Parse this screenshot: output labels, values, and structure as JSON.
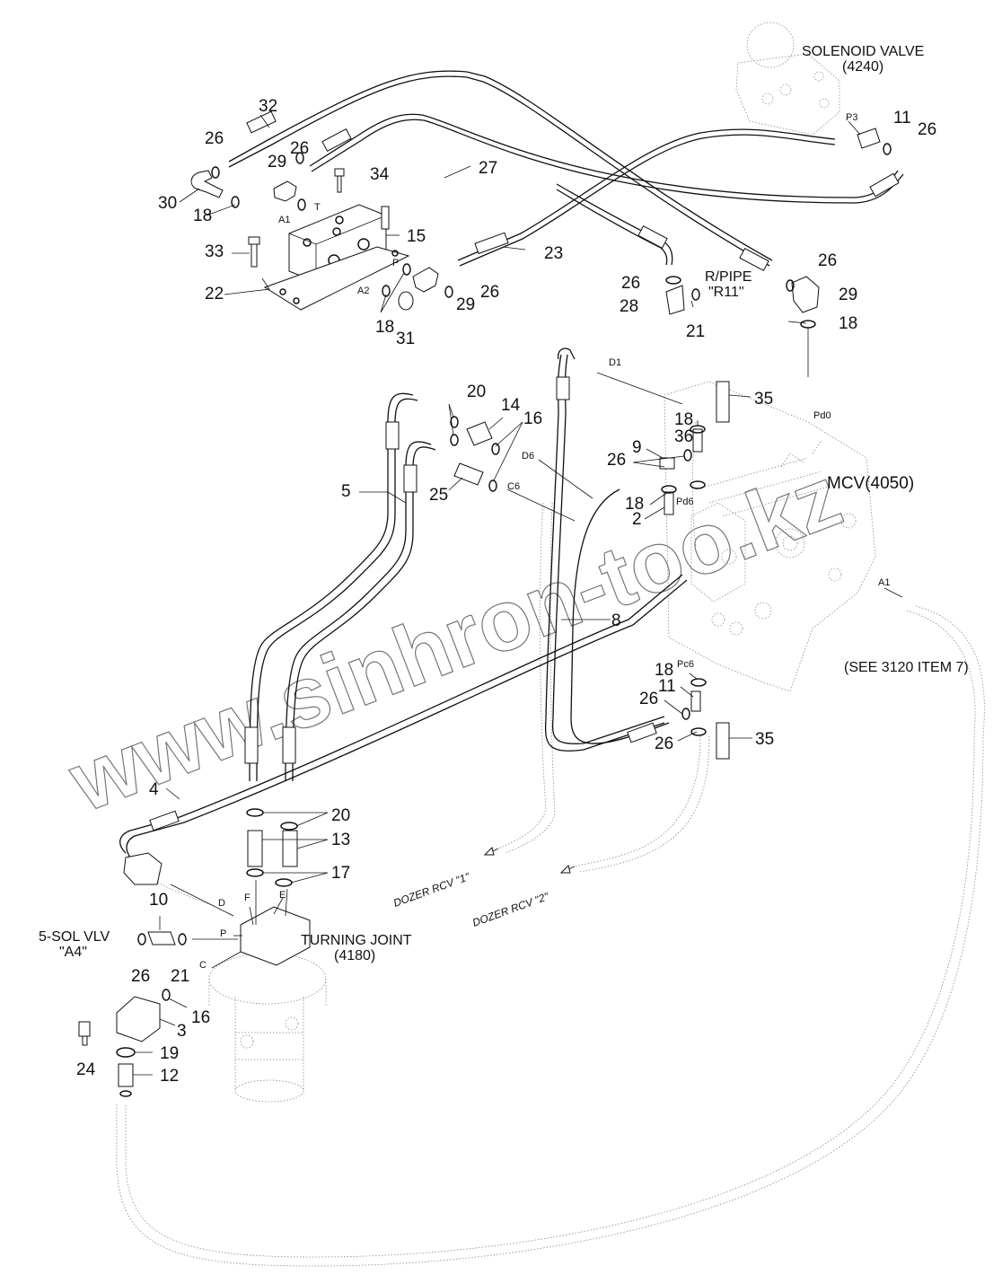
{
  "title": "",
  "components": {
    "solenoid_valve": "SOLENOID VALVE",
    "solenoid_valve_code": "(4240)",
    "mcv": "MCV(4050)",
    "turning_joint": "TURNING JOINT",
    "turning_joint_code": "(4180)",
    "r_pipe": "R/PIPE",
    "r_pipe_code": "\"R11\"",
    "sol_valve_5": "5-SOL VLV",
    "sol_valve_5_port": "\"A4\"",
    "see_ref": "(SEE 3120 ITEM 7)",
    "dozer_rcv_1": "DOZER RCV \"1\"",
    "dozer_rcv_2": "DOZER RCV \"2\""
  },
  "ports": {
    "p3": "P3",
    "t": "T",
    "a1_block": "A1",
    "p_block": "P",
    "a2": "A2",
    "d1": "D1",
    "pd0": "Pd0",
    "d6": "D6",
    "c6": "C6",
    "pd6": "Pd6",
    "a1_mcv": "A1",
    "pc6": "Pc6",
    "f": "F",
    "e": "E",
    "d": "D",
    "p_joint": "P",
    "c": "C"
  },
  "part_numbers": {
    "n32": "32",
    "n26a": "26",
    "n26b": "26",
    "n29a": "29",
    "n34": "34",
    "n27": "27",
    "n30": "30",
    "n18a": "18",
    "n15": "15",
    "n33": "33",
    "n22": "22",
    "n18b": "18",
    "n31": "31",
    "n29b": "29",
    "n26c": "26",
    "n23": "23",
    "n26d": "26",
    "n28": "28",
    "n21a": "21",
    "n11a": "11",
    "n26e": "26",
    "n26f": "26",
    "n29c": "29",
    "n18c": "18",
    "n20a": "20",
    "n14": "14",
    "n16a": "16",
    "n5": "5",
    "n25": "25",
    "n35a": "35",
    "n18d": "18",
    "n36": "36",
    "n9": "9",
    "n26g": "26",
    "n18e": "18",
    "n2": "2",
    "n8": "8",
    "n18f": "18",
    "n11b": "11",
    "n26h": "26",
    "n26i": "26",
    "n35b": "35",
    "n4": "4",
    "n20b": "20",
    "n13": "13",
    "n17": "17",
    "n10": "10",
    "n26j": "26",
    "n21b": "21",
    "n16b": "16",
    "n3": "3",
    "n19": "19",
    "n24": "24",
    "n12": "12"
  },
  "watermark": "www.sinhron-too.kz",
  "colors": {
    "ink": "#111111",
    "watermark": "#777777"
  }
}
